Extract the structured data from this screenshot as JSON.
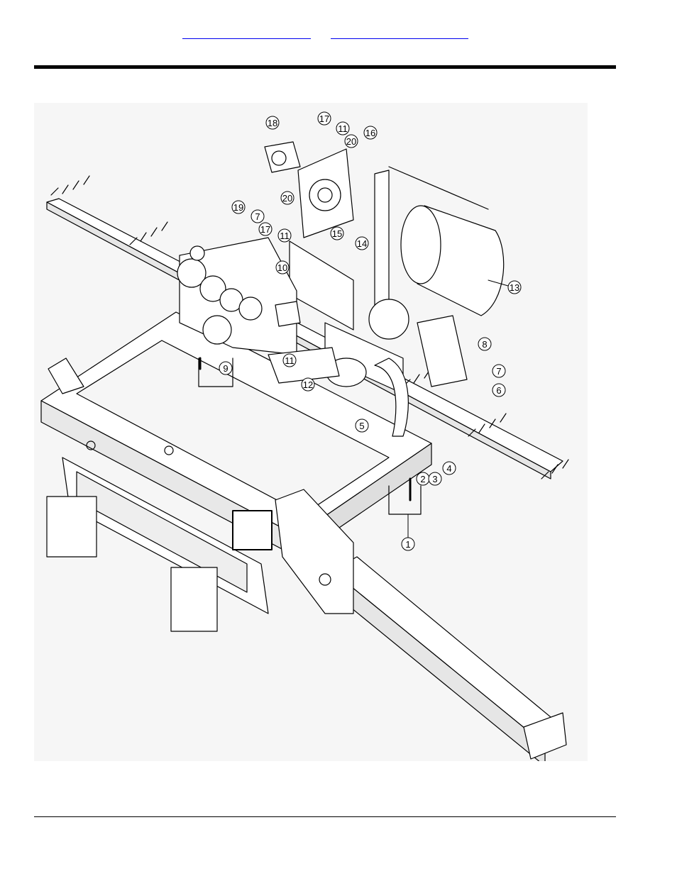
{
  "header": {
    "link_left": "",
    "link_right": ""
  },
  "diagram": {
    "callouts": [
      "1",
      "2",
      "3",
      "4",
      "5",
      "6",
      "7",
      "7",
      "8",
      "9",
      "10",
      "11",
      "11",
      "11",
      "12",
      "13",
      "14",
      "15",
      "16",
      "17",
      "17",
      "18",
      "19",
      "20",
      "20"
    ]
  },
  "colors": {
    "link": "#0000ee",
    "rule": "#000000",
    "diagram_background": "#f6f6f6",
    "line_art": "#000000"
  }
}
